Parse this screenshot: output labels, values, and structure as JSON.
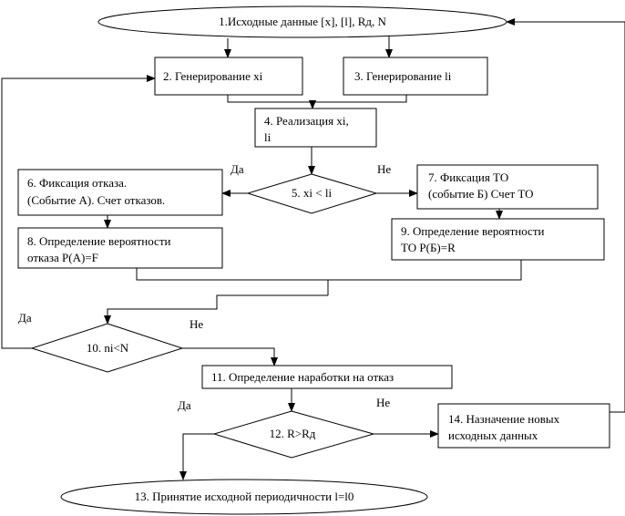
{
  "nodes": {
    "n1": {
      "lines": [
        "1.Исходные данные [x], [l], Rд, N"
      ]
    },
    "n2": {
      "lines": [
        "2. Генерирование xi"
      ]
    },
    "n3": {
      "lines": [
        "3. Генерирование li"
      ]
    },
    "n4": {
      "lines": [
        "4. Реализация xi,",
        "li"
      ]
    },
    "n5": {
      "lines": [
        "5. xi < li"
      ]
    },
    "n6": {
      "lines": [
        "6. Фиксация отказа.",
        "(Событие А). Счет отказов."
      ]
    },
    "n7": {
      "lines": [
        "7. Фиксация ТО",
        "(событие Б) Счет ТО"
      ]
    },
    "n8": {
      "lines": [
        "8. Определение вероятности",
        "отказа P(A)=F"
      ]
    },
    "n9": {
      "lines": [
        "9. Определение  вероятности",
        "ТО P(Б)=R"
      ]
    },
    "n10": {
      "lines": [
        "10. ni<N"
      ]
    },
    "n11": {
      "lines": [
        "11. Определение наработки на отказ"
      ]
    },
    "n12": {
      "lines": [
        "12. R>Rд"
      ]
    },
    "n13": {
      "lines": [
        "13. Принятие исходной периодичности l=l0"
      ]
    },
    "n14": {
      "lines": [
        "14. Назначение новых",
        "исходных данных"
      ]
    }
  },
  "edge_labels": {
    "yes_5": "Да",
    "no_5": "Не",
    "yes_10": "Да",
    "no_10": "Не",
    "yes_12": "Да",
    "no_12": "Не"
  }
}
